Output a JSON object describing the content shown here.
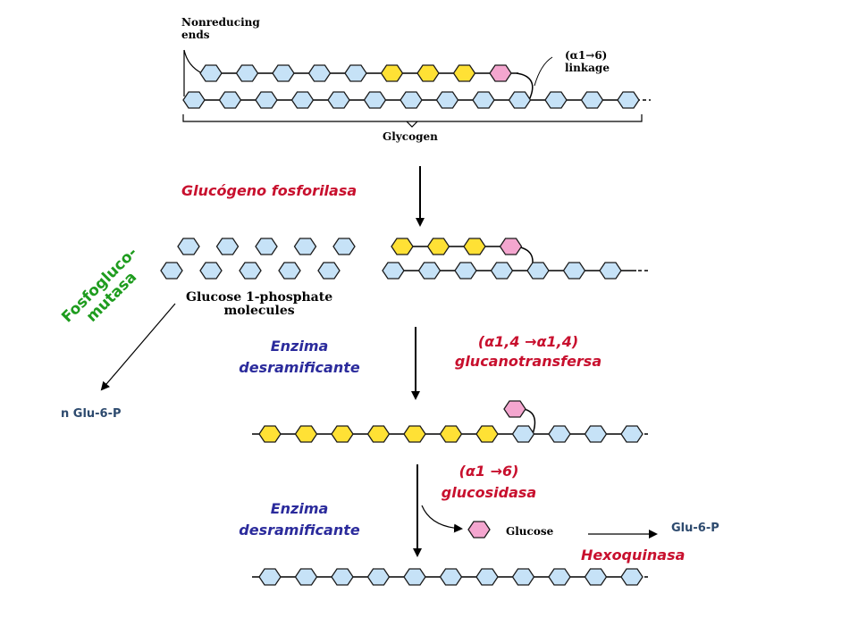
{
  "glycogen_panel": {
    "nonreducing_line1": "Nonreducing",
    "nonreducing_line2": "ends",
    "linkage_line1": "(α1→6)",
    "linkage_line2": "linkage",
    "glycogen_label": "Glycogen"
  },
  "step1": {
    "enzyme": "Glucógeno fosforilasa",
    "product_line1": "Glucose 1-phosphate",
    "product_line2": "molecules"
  },
  "side_branch": {
    "enzyme_line1": "Fosfogluco-",
    "enzyme_line2": "mutasa",
    "product": "n Glu-6-P"
  },
  "step2": {
    "enzyme_line1": "Enzima",
    "enzyme_line2": "desramificante",
    "activity_line1": "(α1,4 →α1,4)",
    "activity_line2": "glucanotransfersa"
  },
  "step3": {
    "enzyme_line1": "Enzima",
    "enzyme_line2": "desramificante",
    "activity_line1": "(α1 →6)",
    "activity_line2": "glucosidasa",
    "released": "Glucose",
    "hexokinase": "Hexoquinasa",
    "final_product": "Glu-6-P"
  },
  "colors": {
    "glucose": "#c6e2f7",
    "outer_residue": "#ffe135",
    "branch_residue": "#f4a6cf",
    "enzyme_red": "#c8102e",
    "enzyme_blue": "#2b2b9c",
    "mutase_green": "#1e9c1e"
  }
}
